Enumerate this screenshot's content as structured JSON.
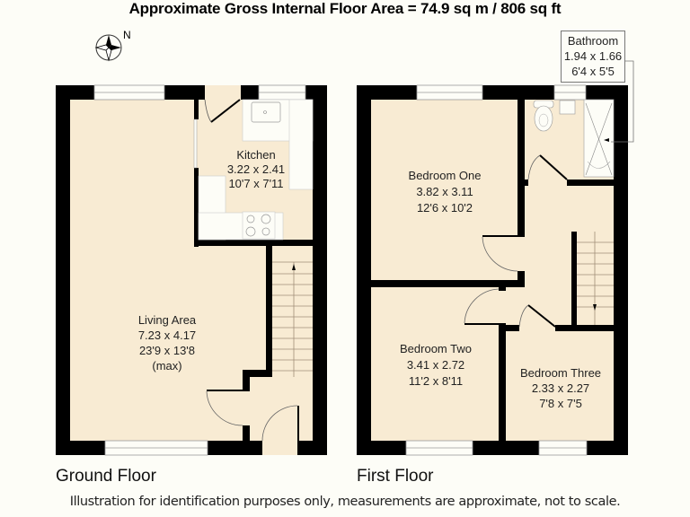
{
  "header": {
    "title": "Approximate Gross Internal Floor Area  = 74.9 sq m  / 806 sq ft",
    "area_sqm": "74.9 sq m",
    "area_sqft": "806 sq ft"
  },
  "compass": {
    "icon": "compass-rose-icon",
    "label": "N"
  },
  "colors": {
    "floor_fill": "#f8ebd3",
    "wall": "#000000",
    "background": "#fdfdf7",
    "fixture_fill": "#fdfdf7"
  },
  "ground_floor": {
    "label": "Ground Floor",
    "rooms": [
      {
        "name": "Kitchen",
        "metric": "3.22 x 2.41",
        "imperial": "10'7 x 7'11",
        "note": ""
      },
      {
        "name": "Living Area",
        "metric": "7.23 x 4.17",
        "imperial": "23'9 x 13'8",
        "note": "(max)"
      }
    ]
  },
  "first_floor": {
    "label": "First Floor",
    "rooms": [
      {
        "name": "Bedroom One",
        "metric": "3.82 x 3.11",
        "imperial": "12'6 x 10'2"
      },
      {
        "name": "Bathroom",
        "metric": "1.94 x 1.66",
        "imperial": "6'4 x 5'5"
      },
      {
        "name": "Bedroom Two",
        "metric": "3.41 x 2.72",
        "imperial": "11'2 x 8'11"
      },
      {
        "name": "Bedroom Three",
        "metric": "2.33 x 2.27",
        "imperial": "7'8 x 7'5"
      }
    ]
  },
  "footer": {
    "disclaimer": "Illustration for identification purposes only, measurements are approximate, not to scale."
  }
}
